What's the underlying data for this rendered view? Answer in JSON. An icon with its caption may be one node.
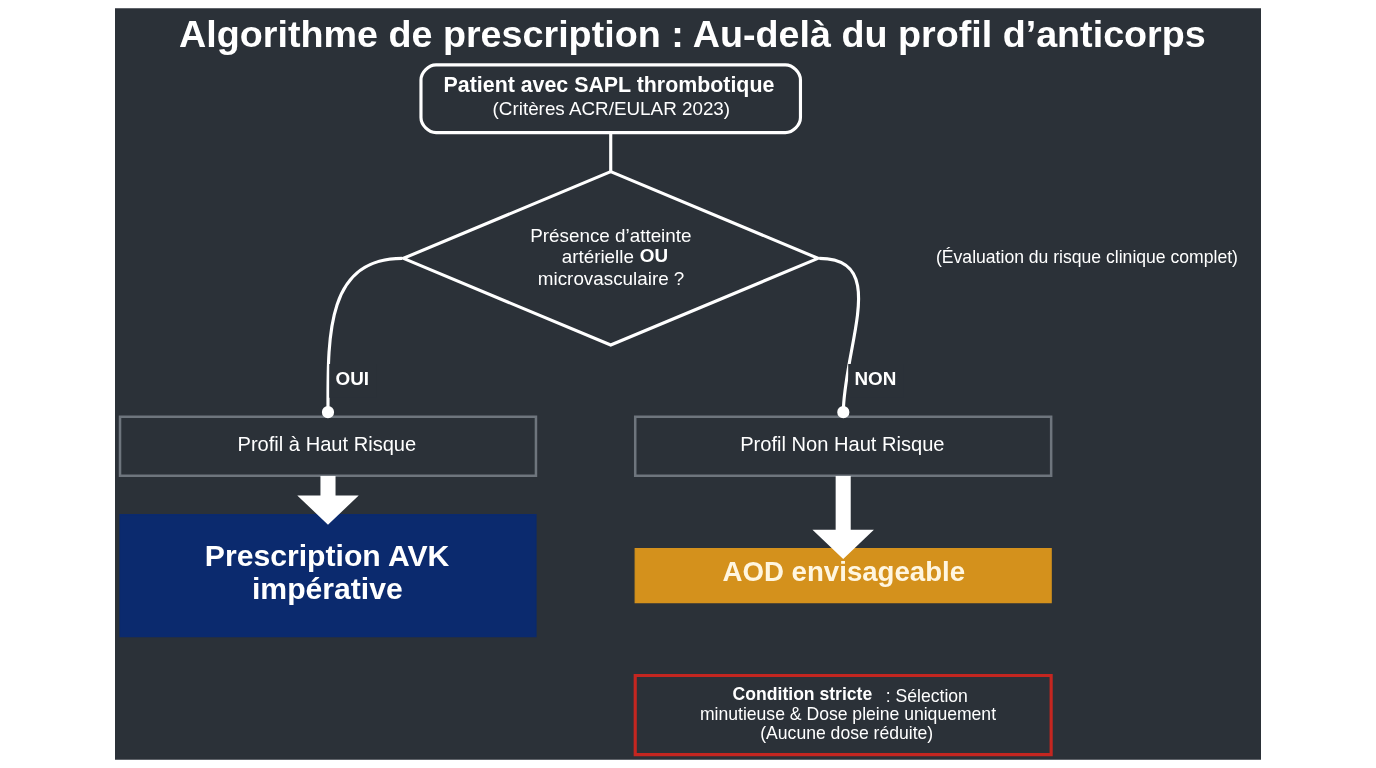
{
  "diagram": {
    "title": "Algorithme de prescription : Au-delà du profil d’anticorps",
    "nodes": [
      {
        "text": [
          "Patient avec SAPL thrombotique",
          "(Critères ACR/EULAR 2023)"
        ]
      },
      {
        "text": [
          "Présence d’atteinte artérielle **OU** microvasculaire ?"
        ]
      },
      {
        "text": [
          "Profil à Haut Risque"
        ]
      },
      {
        "text": [
          "Profil Non Haut Risque"
        ]
      },
      {
        "text": [
          "Prescription AVK impérative"
        ]
      },
      {
        "text": [
          "AOD envisageable"
        ]
      },
      {
        "text": [
          "**Condition stricte** : Sélection minutieuse & Dose pleine uniquement (Aucune dose réduite)"
        ]
      }
    ],
    "edges": [
      {
        "from": 0,
        "to": 1,
        "arrow": "none"
      },
      {
        "from": 1,
        "to": 2,
        "arrow": "other",
        "label": "OUI"
      },
      {
        "from": 1,
        "to": 3,
        "arrow": "other",
        "label": "NON"
      },
      {
        "from": 2,
        "to": 4,
        "arrow": "to",
        "style": "thick"
      },
      {
        "from": 3,
        "to": 5,
        "arrow": "to",
        "style": "thick"
      }
    ],
    "labels": [
      "(Évaluation du risque clinique complet)"
    ]
  }
}
